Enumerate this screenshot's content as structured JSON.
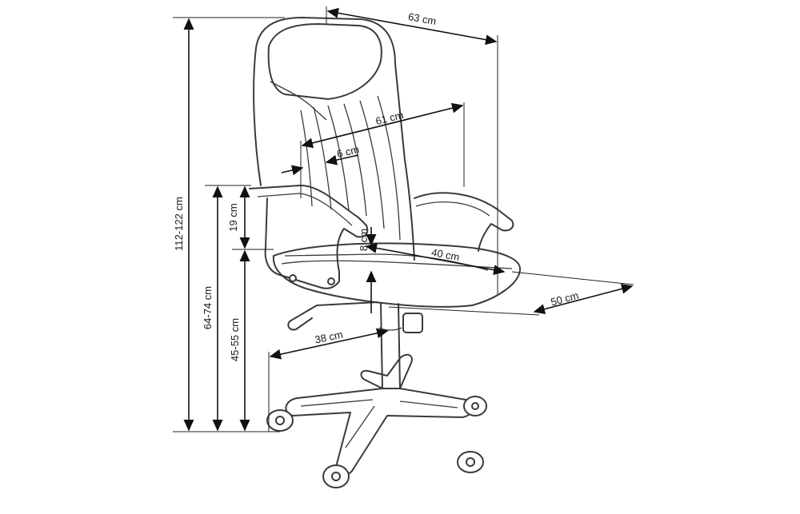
{
  "dimensions": {
    "total_height": "112-122 cm",
    "armrest_height": "64-74 cm",
    "seat_height": "45-55 cm",
    "arm_above_seat": "19 cm",
    "overall_width": "63 cm",
    "back_width": "61 cm",
    "backrest_stripe": "6 cm",
    "seat_thickness": "8 cm",
    "seat_width": "40 cm",
    "seat_depth": "50 cm",
    "base_radius": "38 cm"
  }
}
